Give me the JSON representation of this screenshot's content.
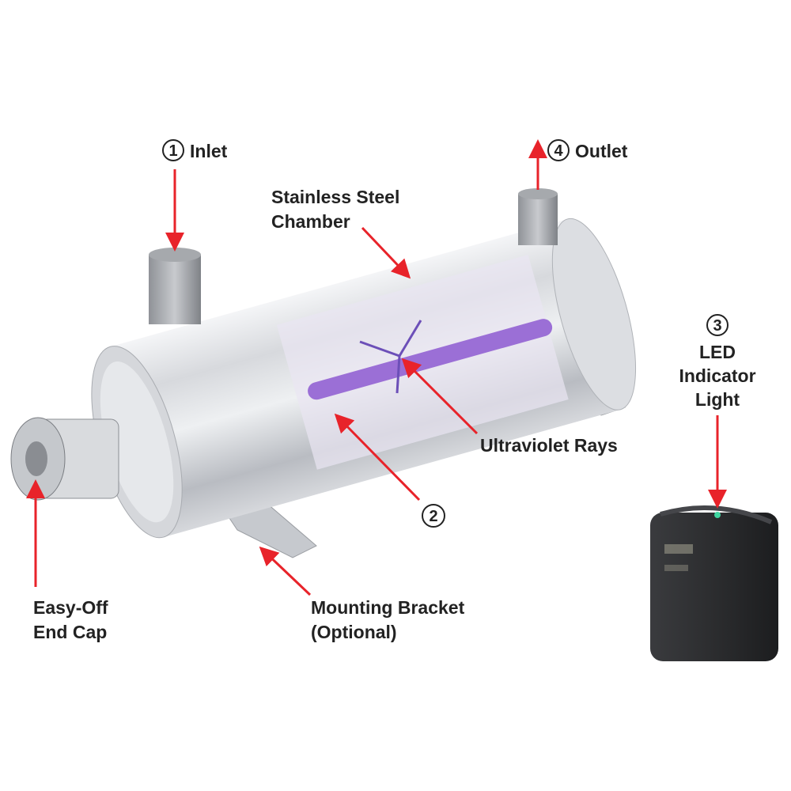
{
  "labels": {
    "inlet": {
      "number": "1",
      "text": "Inlet"
    },
    "outlet": {
      "number": "4",
      "text": "Outlet"
    },
    "chamber": {
      "line1": "Stainless Steel",
      "line2": "Chamber"
    },
    "led": {
      "number": "3",
      "line1": "LED",
      "line2": "Indicator",
      "line3": "Light"
    },
    "uv": {
      "text": "Ultraviolet Rays"
    },
    "lamp": {
      "number": "2"
    },
    "bracket": {
      "line1": "Mounting Bracket",
      "line2": "(Optional)"
    },
    "endcap": {
      "line1": "Easy-Off",
      "line2": "End Cap"
    }
  },
  "colors": {
    "arrow": "#e8232a",
    "uv_lamp": "#9b6fd6",
    "steel": "#c9ccd1",
    "controller": "#2a2b2d",
    "led": "#3fd6a0"
  }
}
